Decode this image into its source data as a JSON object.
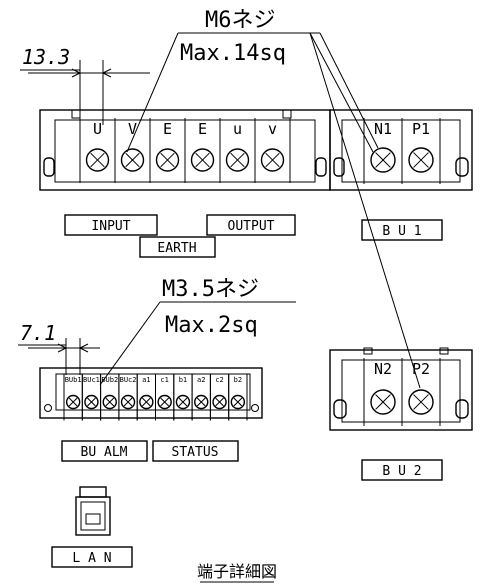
{
  "main_block": {
    "screw_label": "M6ネジ",
    "wire_label": "Max.14sq",
    "pitch_label": "13.3",
    "terminals": [
      "U",
      "V",
      "E",
      "E",
      "u",
      "v"
    ],
    "group_labels": {
      "input": "INPUT",
      "earth": "EARTH",
      "output": "OUTPUT"
    }
  },
  "bu1_block": {
    "terminals": [
      "N1",
      "P1"
    ],
    "label": "B U 1"
  },
  "bu2_block": {
    "terminals": [
      "N2",
      "P2"
    ],
    "label": "B U 2"
  },
  "signal_block": {
    "screw_label": "M3.5ネジ",
    "wire_label": "Max.2sq",
    "pitch_label": "7.1",
    "terminals": [
      "BUb1",
      "BUc1",
      "BUb2",
      "BUc2",
      "a1",
      "c1",
      "b1",
      "a2",
      "c2",
      "b2"
    ],
    "group_labels": {
      "bu_alm": "BU ALM",
      "status": "STATUS"
    }
  },
  "lan": {
    "label": "L A N"
  },
  "caption": "端子詳細図"
}
